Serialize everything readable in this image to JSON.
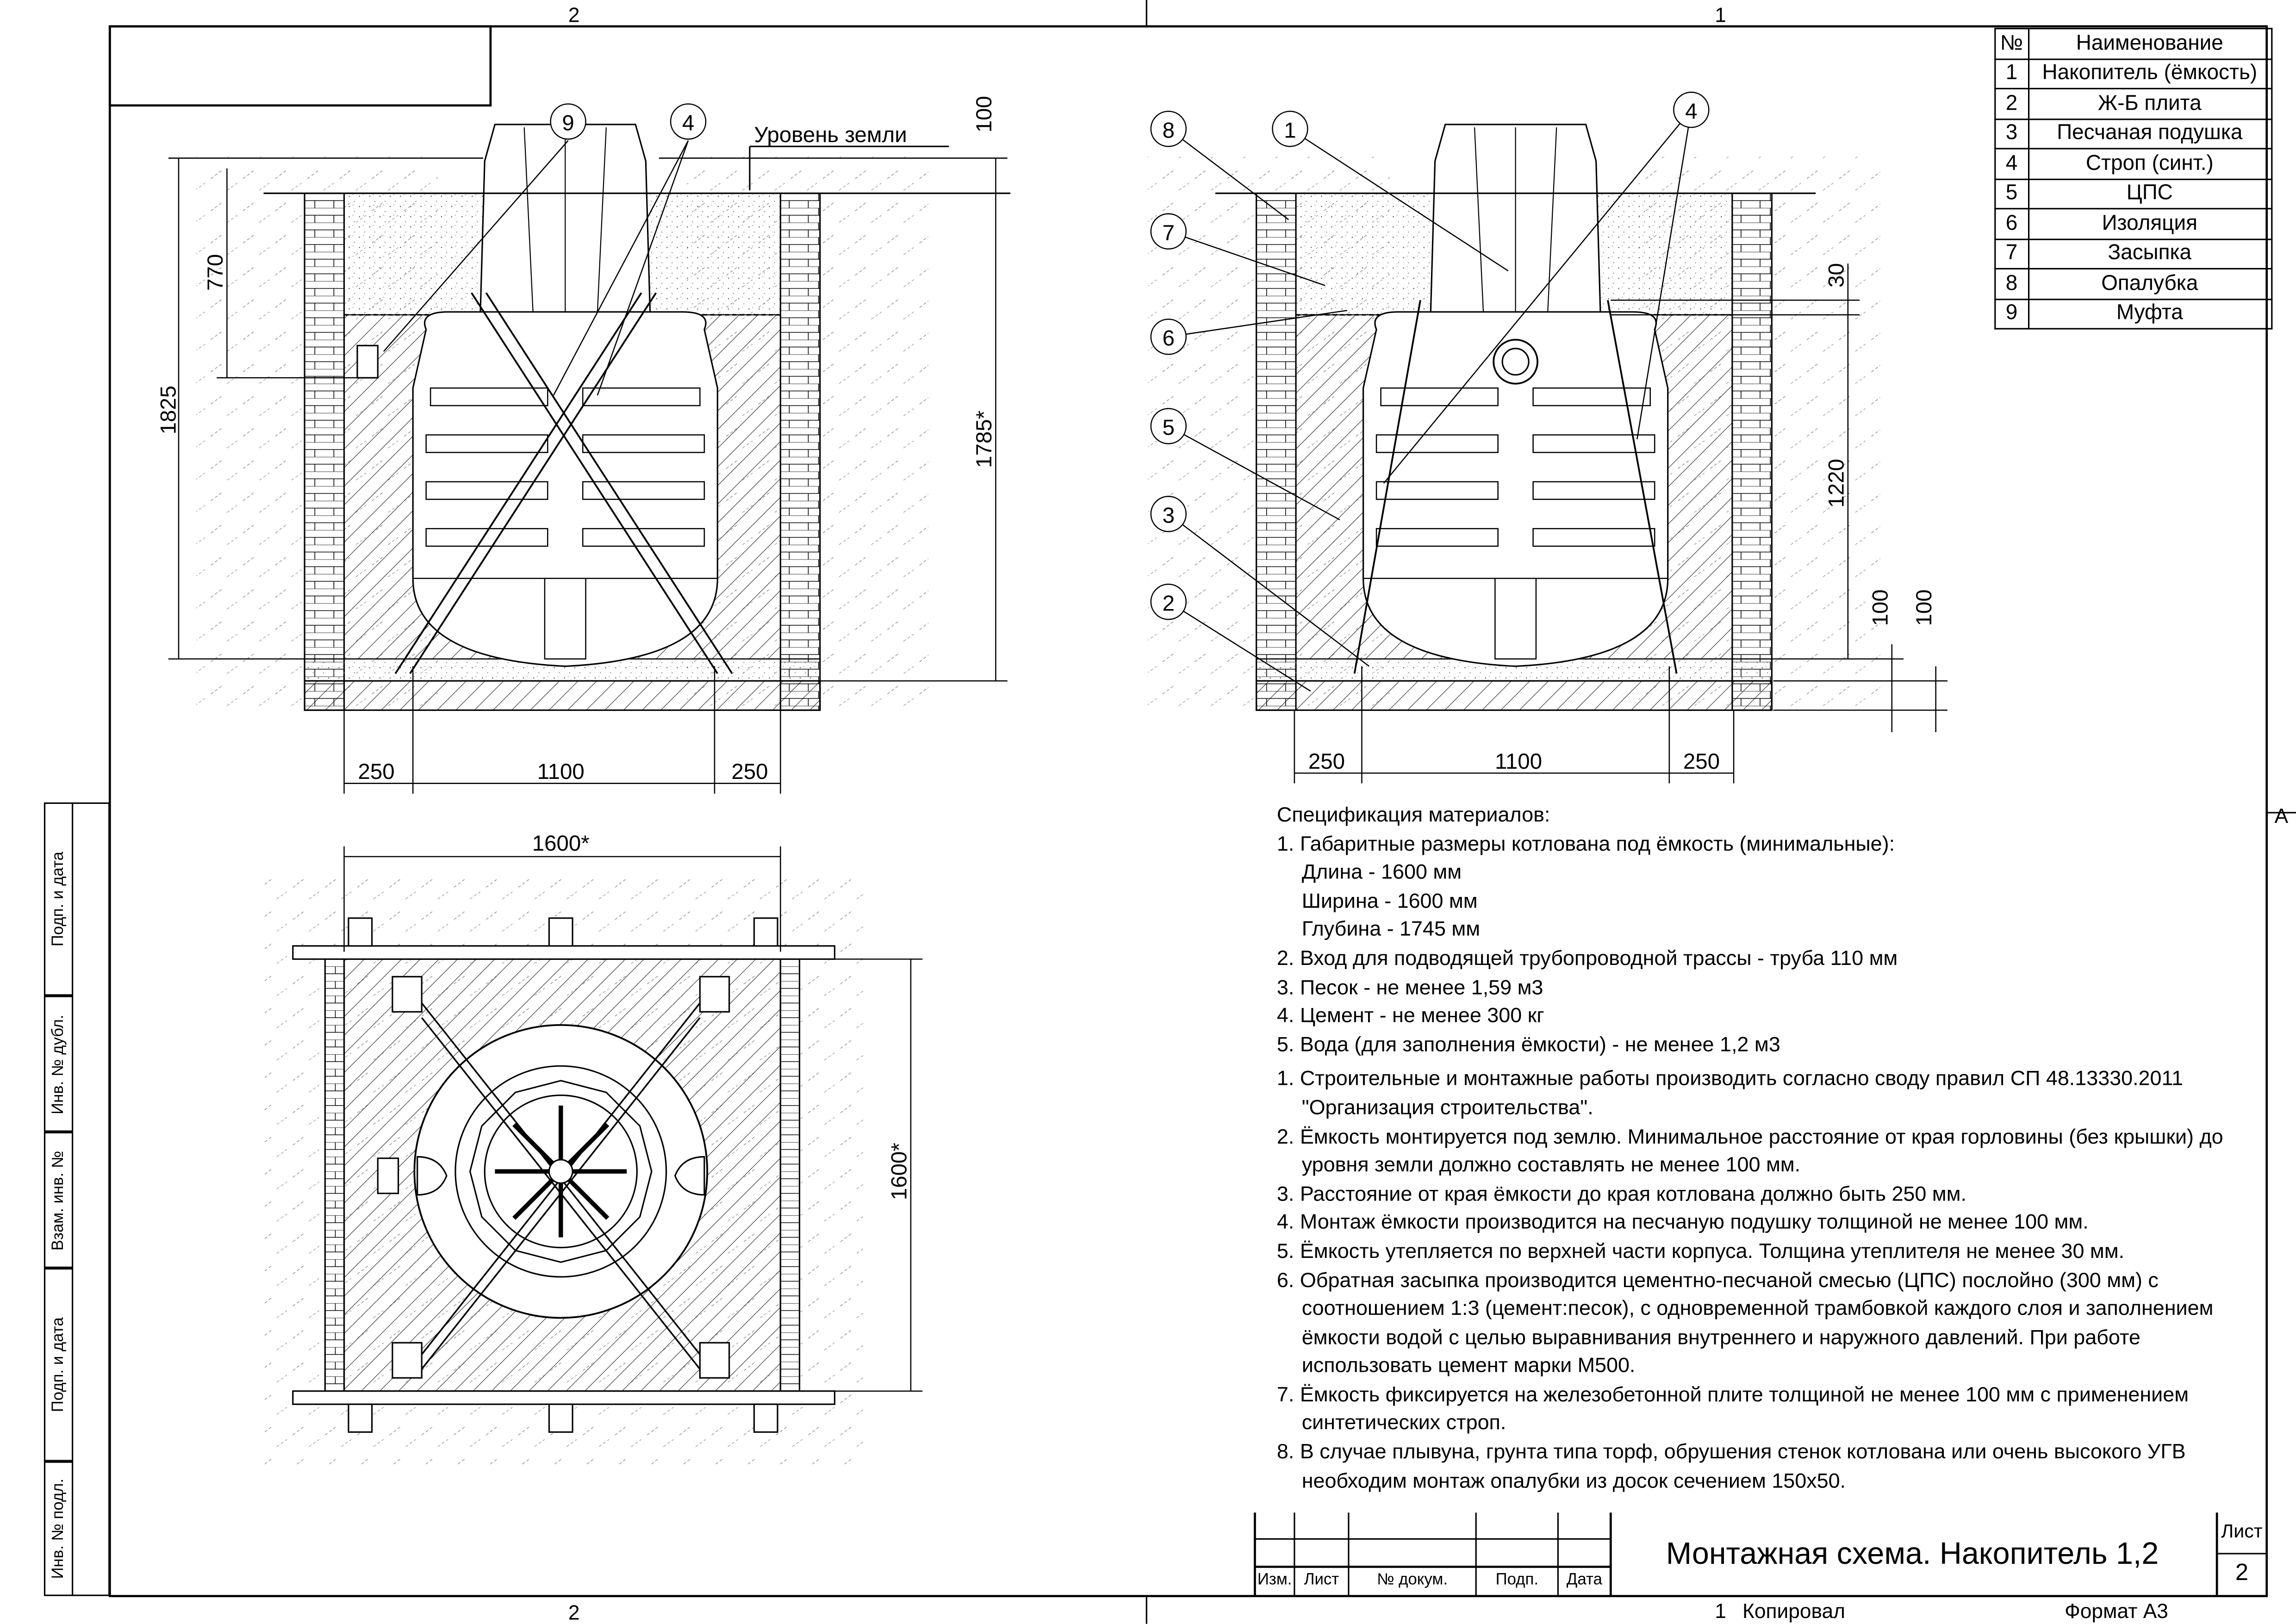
{
  "zones": {
    "top_left": "2",
    "top_right": "1",
    "bottom_left": "2",
    "bottom_right": "1",
    "side": "A"
  },
  "left_strip": [
    "Подп. и дата",
    "Инв. № дубл.",
    "Взам. инв. №",
    "Подп. и дата",
    "Инв. № подл."
  ],
  "spec_table": {
    "headers": [
      "№",
      "Наименование"
    ],
    "rows": [
      [
        "1",
        "Накопитель (ёмкость)"
      ],
      [
        "2",
        "Ж-Б плита"
      ],
      [
        "3",
        "Песчаная подушка"
      ],
      [
        "4",
        "Строп (синт.)"
      ],
      [
        "5",
        "ЦПС"
      ],
      [
        "6",
        "Изоляция"
      ],
      [
        "7",
        "Засыпка"
      ],
      [
        "8",
        "Опалубка"
      ],
      [
        "9",
        "Муфта"
      ]
    ]
  },
  "section_left": {
    "ground_label": "Уровень земли",
    "callouts": [
      "9",
      "4"
    ],
    "dims": {
      "top": "100",
      "d770": "770",
      "d1825": "1825",
      "d1785": "1785*",
      "w1": "250",
      "w2": "1100",
      "w3": "250"
    }
  },
  "section_right": {
    "callouts": [
      "8",
      "7",
      "6",
      "5",
      "3",
      "2",
      "1",
      "4"
    ],
    "dims": {
      "d30": "30",
      "d1220": "1220",
      "d100a": "100",
      "d100b": "100",
      "w1": "250",
      "w2": "1100",
      "w3": "250"
    }
  },
  "plan": {
    "dims": {
      "width": "1600*",
      "height": "1600*"
    }
  },
  "notes": {
    "heading": "Спецификация материалов:",
    "materials": [
      {
        "text": "1. Габаритные размеры котлована под ёмкость (минимальные):",
        "sub": [
          "Длина - 1600 мм",
          "Ширина - 1600 мм",
          "Глубина - 1745 мм"
        ]
      },
      {
        "text": "2. Вход для подводящей трубопроводной трассы - труба 110 мм"
      },
      {
        "text": "3. Песок - не менее 1,59 м3"
      },
      {
        "text": "4. Цемент - не менее 300 кг"
      },
      {
        "text": "5. Вода (для заполнения ёмкости) - не менее 1,2 м3"
      }
    ],
    "instructions": [
      "1. Строительные и монтажные работы производить согласно своду правил СП 48.13330.2011 \"Организация строительства\".",
      "2. Ёмкость монтируется под землю. Минимальное расстояние от края горловины (без крышки) до уровня земли должно составлять не менее 100 мм.",
      "3. Расстояние от края ёмкости до края котлована должно быть 250 мм.",
      "4. Монтаж ёмкости производится на песчаную подушку толщиной не менее 100 мм.",
      "5. Ёмкость утепляется по верхней части корпуса. Толщина утеплителя не менее 30 мм.",
      "6. Обратная засыпка производится цементно-песчаной смесью (ЦПС) послойно (300 мм) с соотношением 1:3 (цемент:песок), с одновременной трамбовкой каждого слоя и заполнением ёмкости водой с целью выравнивания внутреннего и наружного давлений. При работе использовать цемент марки М500.",
      "7. Ёмкость фиксируется  на железобетонной плите толщиной не менее 100 мм с применением синтетических строп.",
      "8. В случае плывуна, грунта типа торф, обрушения стенок котлована или очень высокого УГВ необходим монтаж опалубки из досок сечением 150х50."
    ]
  },
  "title_block": {
    "cols": [
      "Изм.",
      "Лист",
      "№ докум.",
      "Подп.",
      "Дата"
    ],
    "title": "Монтажная схема. Накопитель 1,2",
    "sheet_label": "Лист",
    "sheet": "2",
    "copied": "Копировал",
    "copied_num": "1",
    "format": "Формат А3"
  }
}
